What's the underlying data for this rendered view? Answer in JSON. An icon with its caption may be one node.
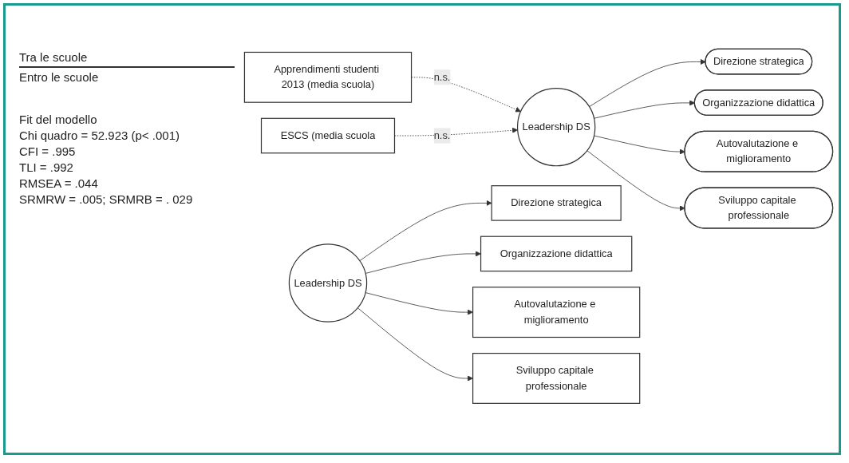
{
  "diagram": {
    "nodes": [
      {
        "text": [
          "Apprendimenti studenti 2013 (media scuola)"
        ]
      },
      {
        "text": [
          "ESCS (media scuola"
        ]
      },
      {
        "text": [
          "Leadership DS"
        ]
      },
      {
        "text": [
          "Direzione strategica"
        ]
      },
      {
        "text": [
          "Organizzazione didattica"
        ]
      },
      {
        "text": [
          "Autovalutazione e miglioramento"
        ]
      },
      {
        "text": [
          "Sviluppo capitale professionale"
        ]
      },
      {
        "text": [
          "Leadership DS"
        ]
      },
      {
        "text": [
          "Direzione strategica"
        ]
      },
      {
        "text": [
          "Organizzazione didattica"
        ]
      },
      {
        "text": [
          "Autovalutazione e miglioramento"
        ]
      },
      {
        "text": [
          "Sviluppo capitale professionale"
        ]
      }
    ],
    "edges": [
      {
        "from": 0,
        "to": 2,
        "arrow": "to",
        "label": "n.s.",
        "style": "dashed"
      },
      {
        "from": 1,
        "to": 2,
        "arrow": "to",
        "label": "n.s.",
        "style": "dashed"
      },
      {
        "from": 2,
        "to": 3,
        "arrow": "to"
      },
      {
        "from": 2,
        "to": 4,
        "arrow": "to"
      },
      {
        "from": 2,
        "to": 5,
        "arrow": "to"
      },
      {
        "from": 2,
        "to": 6,
        "arrow": "to"
      },
      {
        "from": 7,
        "to": 8,
        "arrow": "to"
      },
      {
        "from": 7,
        "to": 9,
        "arrow": "to"
      },
      {
        "from": 7,
        "to": 10,
        "arrow": "to"
      },
      {
        "from": 7,
        "to": 11,
        "arrow": "to"
      }
    ],
    "labels": [
      "Tra le scuole",
      "Entro le scuole",
      "Fit del modello",
      "Chi quadro = 52.923 (p< .001)",
      "CFI = .995",
      "TLI = .992",
      "RMSEA = .044",
      "SRMRW = .005; SRMRB = . 029"
    ]
  }
}
